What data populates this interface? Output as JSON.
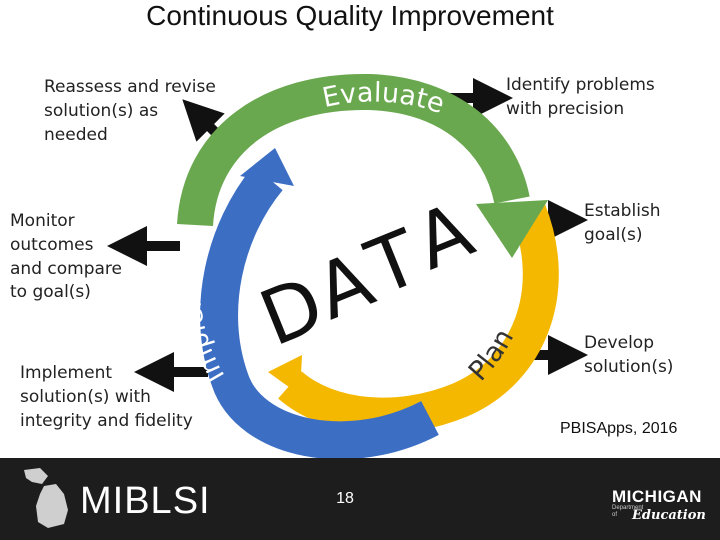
{
  "title": "Continuous Quality Improvement",
  "cycle": {
    "evaluate": "Evaluate",
    "plan": "Plan",
    "implement": "Implement",
    "center": "DATA"
  },
  "notes": {
    "reassess": [
      "Reassess and revise",
      "solution(s) as",
      "needed"
    ],
    "identify": [
      "Identify problems",
      "with precision"
    ],
    "establish": [
      "Establish",
      "goal(s)"
    ],
    "develop": [
      "Develop",
      "solution(s)"
    ],
    "monitor": [
      "Monitor",
      "outcomes",
      "and compare",
      "to goal(s)"
    ],
    "implement_note": [
      "Implement",
      "solution(s) with",
      "integrity and fidelity"
    ]
  },
  "citation": "PBISApps, 2016",
  "footer": {
    "brand": "MIBLSI",
    "page_number": "18",
    "michigan": "MICHIGAN",
    "education": "Education",
    "department": "Department of"
  },
  "colors": {
    "evaluate": "#6aa84f",
    "plan": "#f5b800",
    "implement": "#3c6fc4",
    "arrow": "#111111",
    "footer": "#1d1d1d"
  }
}
